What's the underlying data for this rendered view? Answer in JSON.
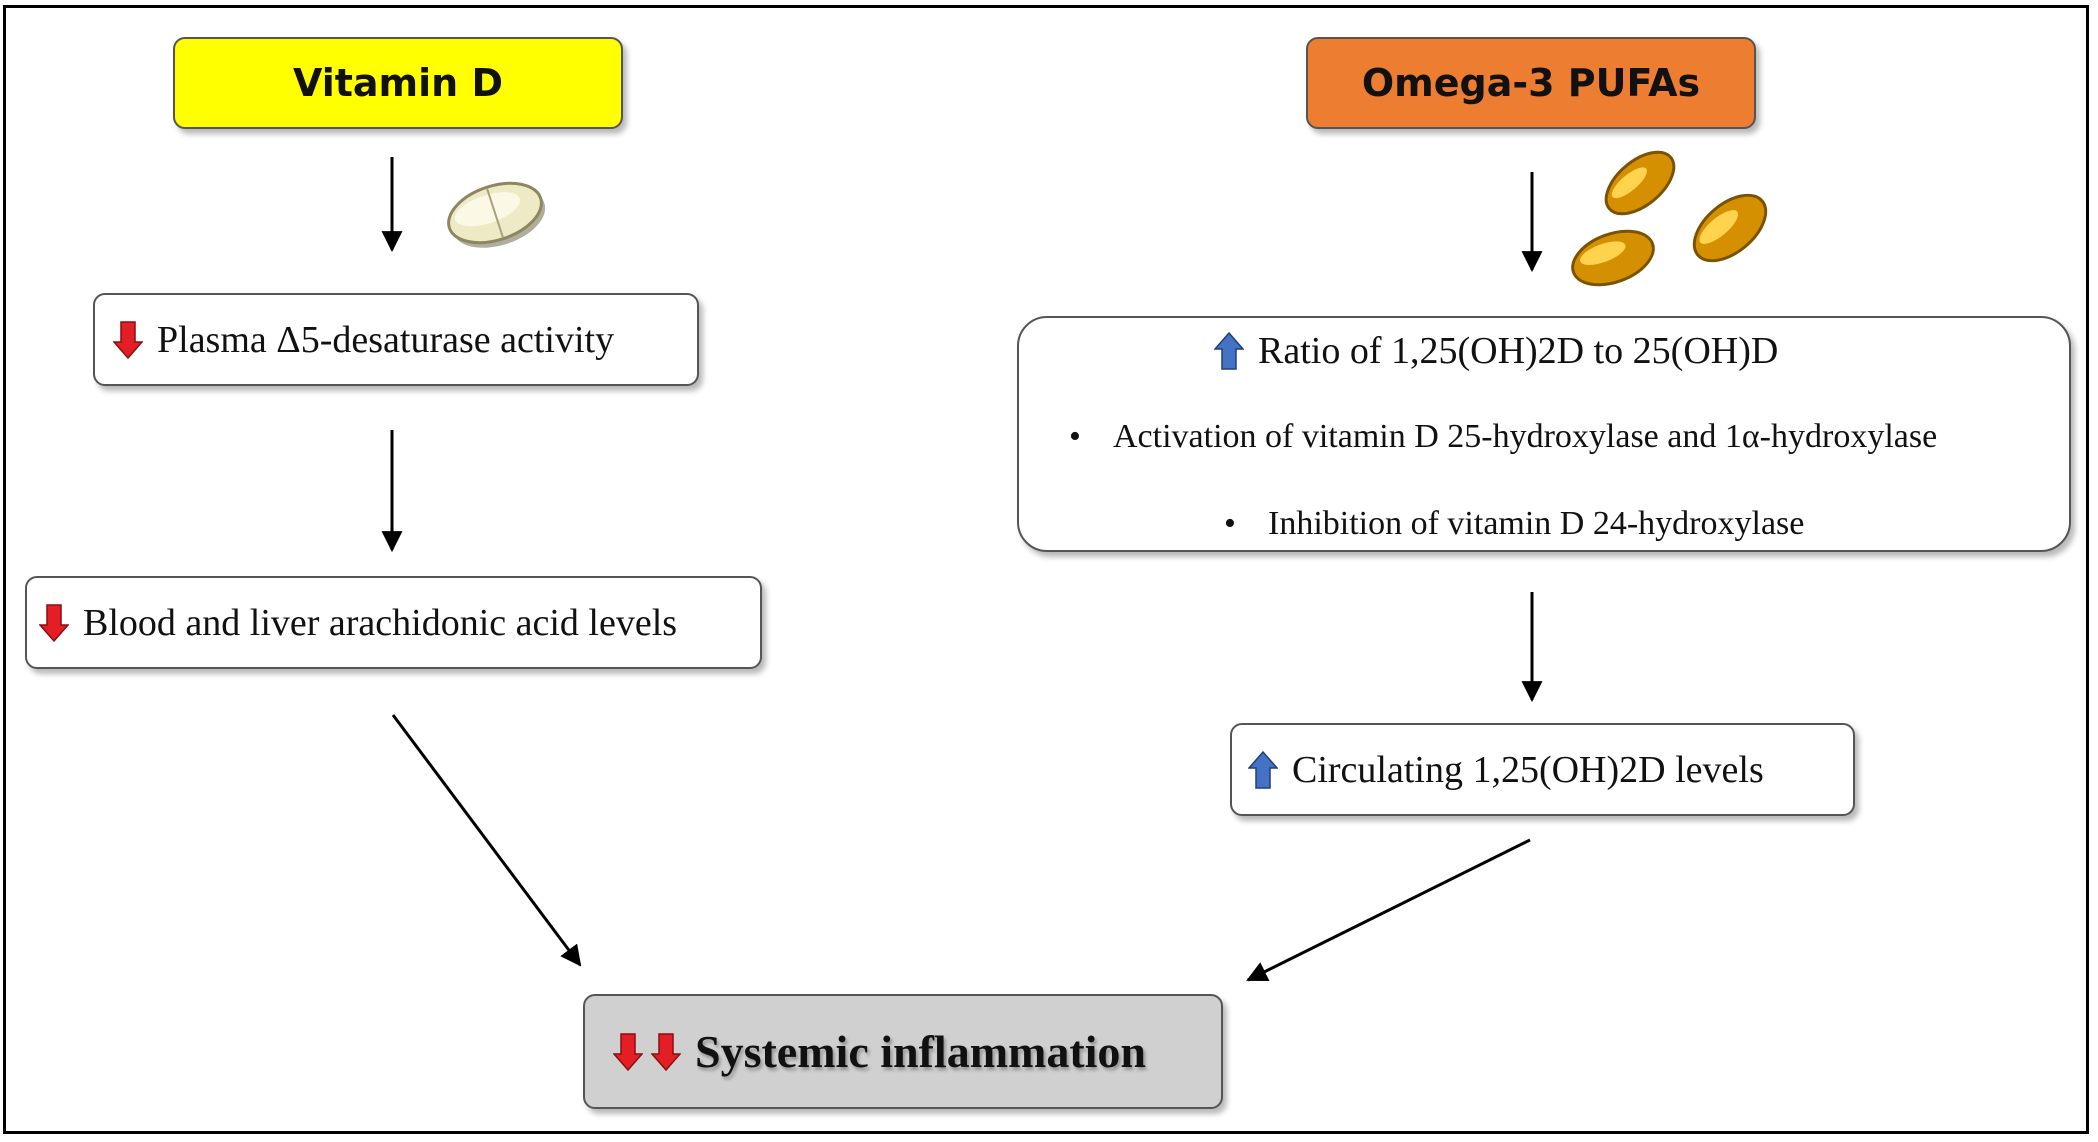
{
  "vitamin_d": {
    "title": "Vitamin D",
    "title_color": "#ffff00",
    "pill_icon": "tablet-icon",
    "step1": {
      "direction": "down",
      "text": "Plasma Δ5-desaturase activity"
    },
    "step2": {
      "direction": "down",
      "text": "Blood and liver arachidonic acid levels"
    }
  },
  "omega3": {
    "title": "Omega-3 PUFAs",
    "title_color": "#ed7d31",
    "capsule_icon": "softgel-capsules-icon",
    "step1": {
      "direction": "up",
      "text": "Ratio of 1,25(OH)2D to 25(OH)D",
      "bullets": [
        "Activation of vitamin D 25-hydroxylase and 1α-hydroxylase",
        "Inhibition of vitamin D 24-hydroxylase"
      ]
    },
    "step2": {
      "direction": "up",
      "text": "Circulating 1,25(OH)2D levels"
    }
  },
  "outcome": {
    "text": "Systemic inflammation",
    "direction": "down-down",
    "box_color": "#d0d0d0"
  },
  "colors": {
    "down_arrow": "#e31e24",
    "up_arrow": "#4472c4"
  }
}
